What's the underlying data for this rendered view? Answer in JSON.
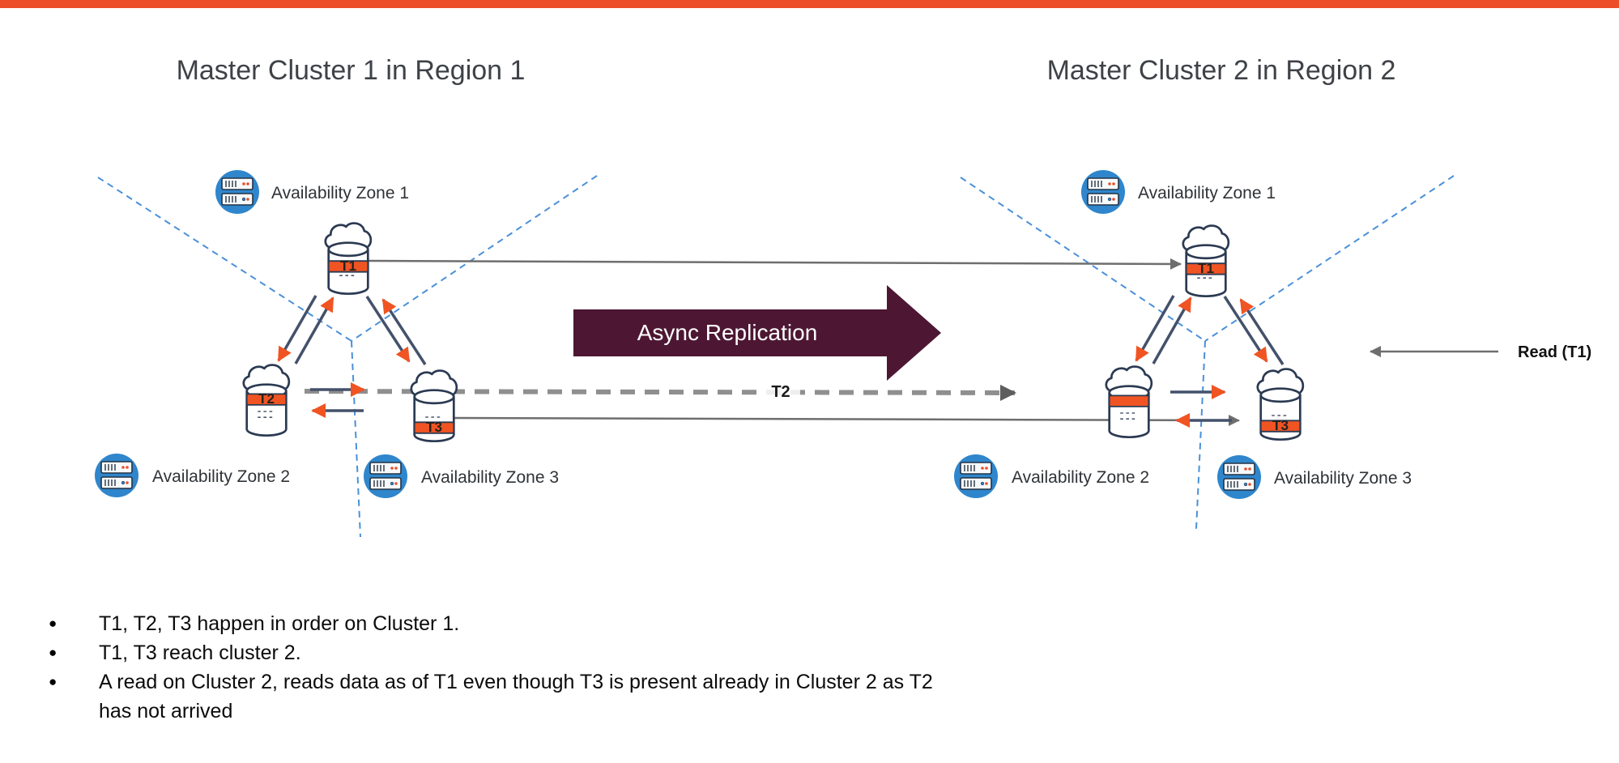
{
  "titles": {
    "left": "Master Cluster 1 in Region 1",
    "right": "Master Cluster 2 in Region 2"
  },
  "clusters": {
    "left": {
      "az1": "Availability Zone 1",
      "az2": "Availability Zone 2",
      "az3": "Availability Zone 3",
      "nodes": {
        "top": "T1",
        "bottom_left": "T2",
        "bottom_right": "T3"
      }
    },
    "right": {
      "az1": "Availability Zone 1",
      "az2": "Availability Zone 2",
      "az3": "Availability Zone 3",
      "nodes": {
        "top": "T1",
        "bottom_right": "T3"
      }
    }
  },
  "arrows": {
    "async_label": "Async Replication",
    "t2_label": "T2",
    "read_label": "Read (T1)"
  },
  "bullets": [
    "T1, T2, T3 happen in order on Cluster 1.",
    "T1, T3 reach cluster 2.",
    "A read on Cluster 2, reads data as of T1 even though T3 is present already in Cluster 2 as T2\nhas not arrived"
  ],
  "colors": {
    "accent_bar": "#EB4E28",
    "node_band_orange": "#F05423",
    "node_outline_navy": "#2B3A52",
    "zone_dashed_blue": "#4A90D9",
    "az_icon_blue": "#2F86CC",
    "async_arrow_maroon": "#4D1733",
    "connector_gray": "#6E6E6E",
    "t2_dashed_gray": "#8F8F8F"
  }
}
